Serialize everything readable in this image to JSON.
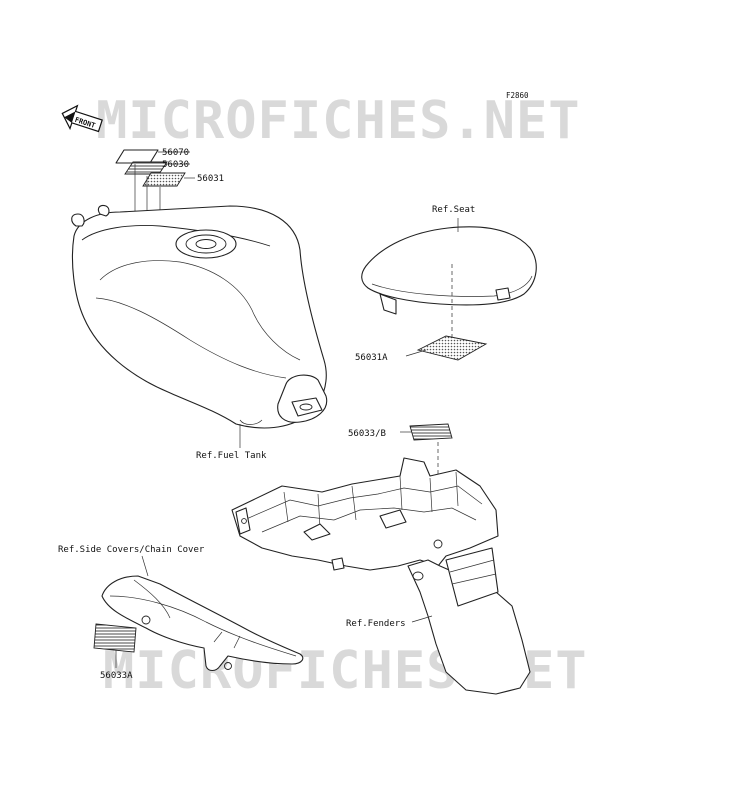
{
  "figure_code": "F2860",
  "front_arrow": {
    "text": "FRONT",
    "icon": "front-arrow-icon"
  },
  "watermark": "MICROFICHES.NET",
  "callouts": {
    "decal_56070": "56070",
    "decal_56030": "56030",
    "decal_56031": "56031",
    "decal_56031a": "56031A",
    "decal_56033b": "56033/B",
    "decal_56033a": "56033A"
  },
  "references": {
    "seat": "Ref.Seat",
    "fuel_tank": "Ref.Fuel Tank",
    "side_covers": "Ref.Side Covers/Chain Cover",
    "fenders": "Ref.Fenders"
  }
}
